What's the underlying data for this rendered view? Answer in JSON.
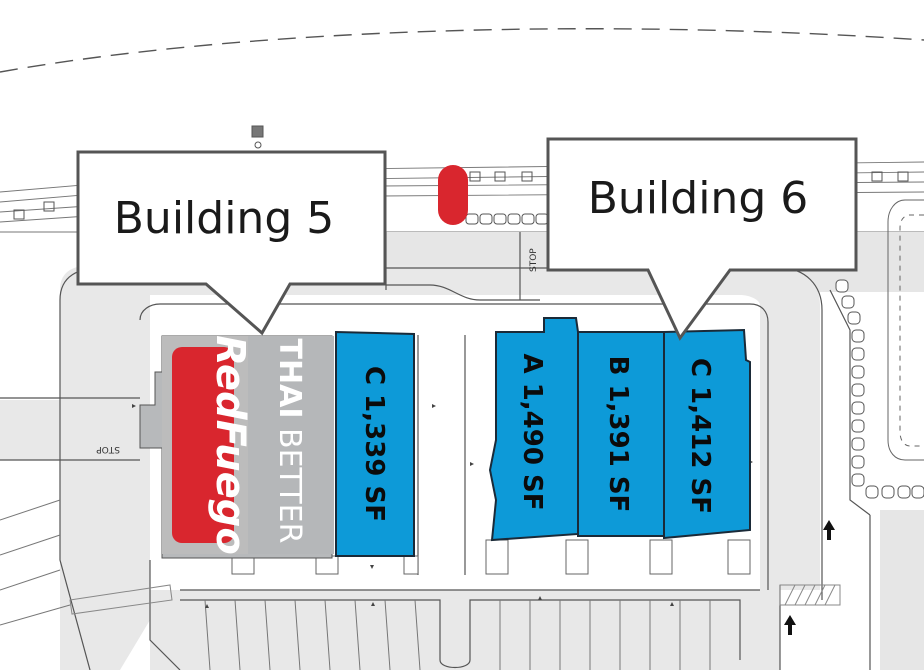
{
  "callouts": {
    "building5": "Building 5",
    "building6": "Building 6"
  },
  "tenants": {
    "redfuego": "RedFuego",
    "thai_bold": "THAI",
    "thai_rest": " BETTER"
  },
  "units": {
    "b5_c": "C 1,339 SF",
    "b6_a": "A 1,490 SF",
    "b6_b": "B 1,391 SF",
    "b6_c": "C 1,412 SF"
  },
  "stop_signs": [
    "STOP",
    "STOP"
  ],
  "colors": {
    "unit_blue": "#0d9ad8",
    "tenant_grey": "#b7b9bb",
    "brand_red": "#d9262e",
    "pavement": "#e6e6e6",
    "callout_border": "#555555"
  },
  "icons": [
    "arrow-up-icon",
    "arrow-up-icon",
    "stop-sign-icon"
  ]
}
